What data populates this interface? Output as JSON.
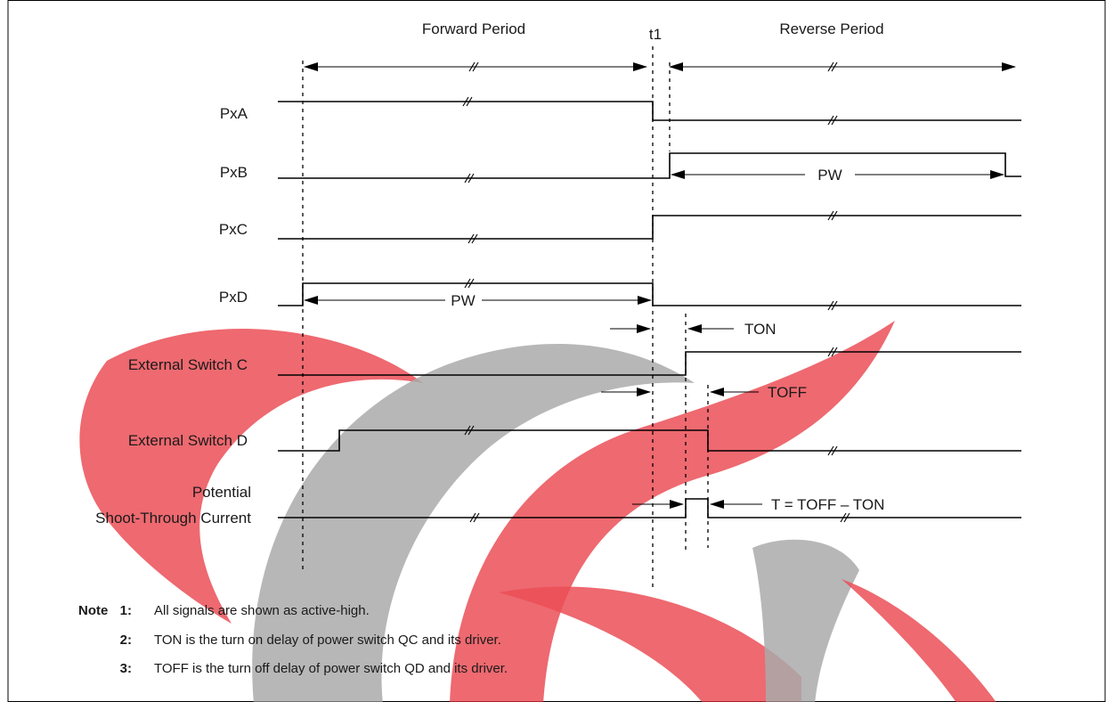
{
  "periods": {
    "forward": "Forward Period",
    "reverse": "Reverse Period",
    "t1": "t1"
  },
  "signals": {
    "pxa": "PxA",
    "pxb": "PxB",
    "pxc": "PxC",
    "pxd": "PxD",
    "ext_c": "External Switch C",
    "ext_d": "External Switch D",
    "shoot_line1": "Potential",
    "shoot_line2": "Shoot-Through Current"
  },
  "annotations": {
    "pw": "PW",
    "ton": "TON",
    "toff": "TOFF",
    "t_eq": "T = TOFF – TON"
  },
  "notes": {
    "heading": "Note",
    "items": [
      {
        "num": "1:",
        "text": "All signals are shown as active-high."
      },
      {
        "num": "2:",
        "text": "TON is the turn on delay of power switch QC and its driver."
      },
      {
        "num": "3:",
        "text": "TOFF is the turn off delay of power switch QD and its driver."
      }
    ]
  },
  "colors": {
    "watermark_red": "#e8303a",
    "watermark_gray": "#9a9a9a",
    "line": "#000000"
  }
}
